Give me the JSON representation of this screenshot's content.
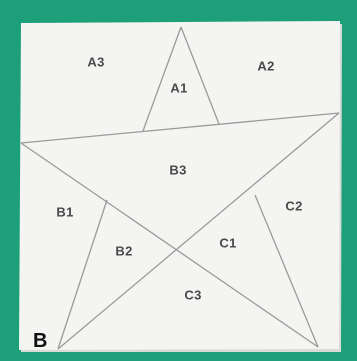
{
  "block": {
    "label": "B"
  },
  "pieces": {
    "a1": "A1",
    "a2": "A2",
    "a3": "A3",
    "b1": "B1",
    "b2": "B2",
    "b3": "B3",
    "c1": "C1",
    "c2": "C2",
    "c3": "C3"
  },
  "colors": {
    "background": "#1d9f79",
    "paper": "#f4f4f2",
    "lines": "#9a9a9a"
  }
}
